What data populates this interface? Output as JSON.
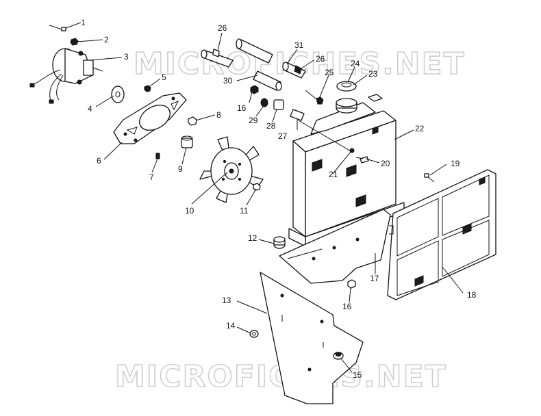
{
  "watermark": "MICROFICHES.NET",
  "callouts": [
    {
      "id": "1",
      "text": "1"
    },
    {
      "id": "2",
      "text": "2"
    },
    {
      "id": "3",
      "text": "3"
    },
    {
      "id": "4",
      "text": "4"
    },
    {
      "id": "5",
      "text": "5"
    },
    {
      "id": "6",
      "text": "6"
    },
    {
      "id": "7",
      "text": "7"
    },
    {
      "id": "8",
      "text": "8"
    },
    {
      "id": "9",
      "text": "9"
    },
    {
      "id": "10",
      "text": "10"
    },
    {
      "id": "11",
      "text": "11"
    },
    {
      "id": "12",
      "text": "12"
    },
    {
      "id": "13",
      "text": "13"
    },
    {
      "id": "14",
      "text": "14"
    },
    {
      "id": "15",
      "text": "15"
    },
    {
      "id": "16a",
      "text": "16"
    },
    {
      "id": "16b",
      "text": "16"
    },
    {
      "id": "17",
      "text": "17"
    },
    {
      "id": "18",
      "text": "18"
    },
    {
      "id": "19",
      "text": "19"
    },
    {
      "id": "20",
      "text": "20"
    },
    {
      "id": "21",
      "text": "21"
    },
    {
      "id": "22",
      "text": "22"
    },
    {
      "id": "23",
      "text": "23"
    },
    {
      "id": "24",
      "text": "24"
    },
    {
      "id": "25",
      "text": "25"
    },
    {
      "id": "26a",
      "text": "26"
    },
    {
      "id": "26b",
      "text": "26"
    },
    {
      "id": "27",
      "text": "27"
    },
    {
      "id": "28",
      "text": "28"
    },
    {
      "id": "29",
      "text": "29"
    },
    {
      "id": "30",
      "text": "30"
    },
    {
      "id": "31",
      "text": "31"
    }
  ]
}
